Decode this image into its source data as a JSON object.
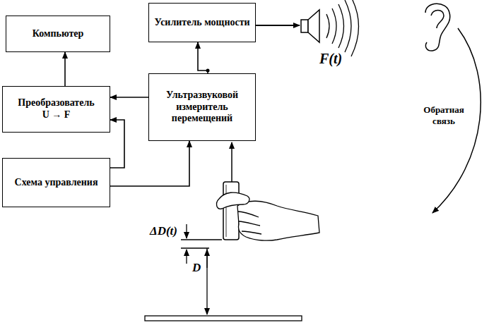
{
  "diagram": {
    "nodes": [
      {
        "text": [
          "Компьютер"
        ]
      },
      {
        "text": [
          "Усилитель мощности"
        ]
      },
      {
        "text": [
          "Преобразователь",
          "U → F"
        ]
      },
      {
        "text": [
          "Ультразвуковой измеритель перемещений"
        ]
      },
      {
        "text": [
          "Схема управления"
        ]
      }
    ],
    "edges": [
      {
        "from": 2,
        "to": 0,
        "arrow": "to"
      },
      {
        "from": 2,
        "to": 1,
        "arrow": "to"
      },
      {
        "from": 3,
        "to": 2,
        "arrow": "to"
      },
      {
        "from": 4,
        "to": 2,
        "arrow": "to"
      },
      {
        "from": 4,
        "to": 3,
        "arrow": "to"
      }
    ],
    "labels": [
      "F(t)",
      "Обратная связь",
      "ΔD(t)",
      "D"
    ]
  }
}
